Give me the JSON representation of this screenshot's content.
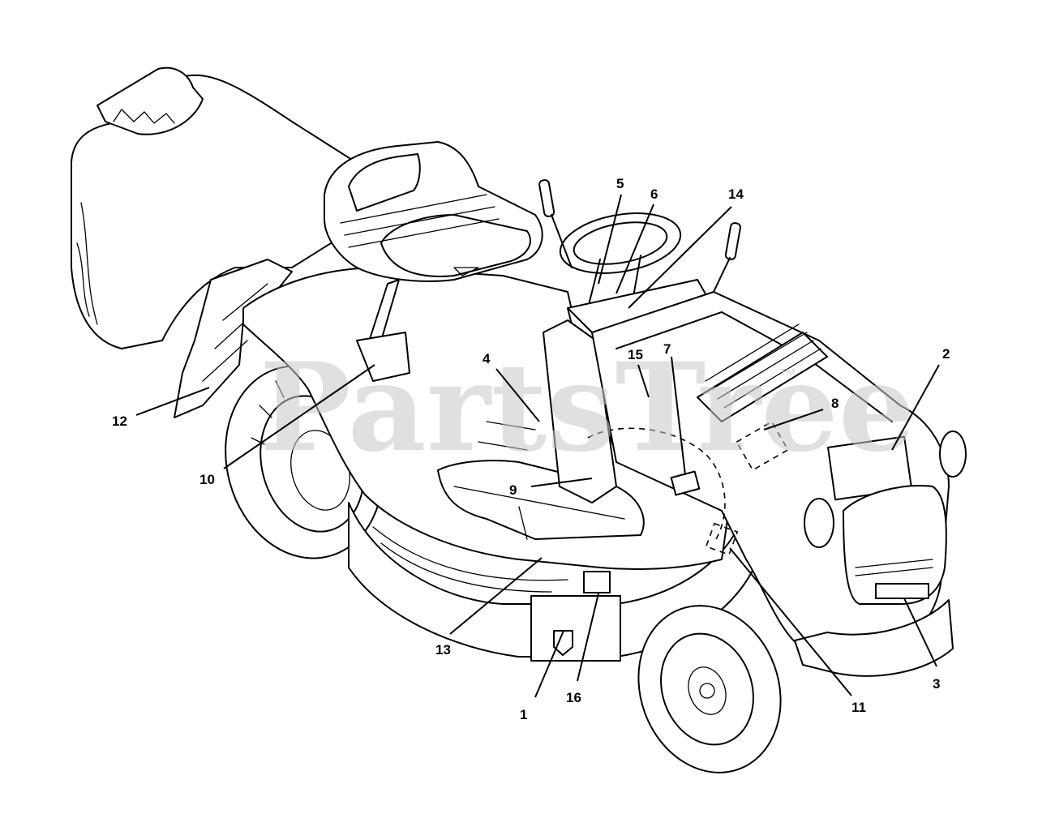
{
  "watermark": {
    "text": "PartsTree",
    "trademark": "™"
  },
  "callouts": [
    {
      "id": "c1",
      "label": "1"
    },
    {
      "id": "c2",
      "label": "2"
    },
    {
      "id": "c3",
      "label": "3"
    },
    {
      "id": "c4",
      "label": "4"
    },
    {
      "id": "c5",
      "label": "5"
    },
    {
      "id": "c6",
      "label": "6"
    },
    {
      "id": "c7",
      "label": "7"
    },
    {
      "id": "c8",
      "label": "8"
    },
    {
      "id": "c9",
      "label": "9"
    },
    {
      "id": "c10",
      "label": "10"
    },
    {
      "id": "c11",
      "label": "11"
    },
    {
      "id": "c12",
      "label": "12"
    },
    {
      "id": "c13",
      "label": "13"
    },
    {
      "id": "c14",
      "label": "14"
    },
    {
      "id": "c15",
      "label": "15"
    },
    {
      "id": "c16",
      "label": "16"
    }
  ]
}
